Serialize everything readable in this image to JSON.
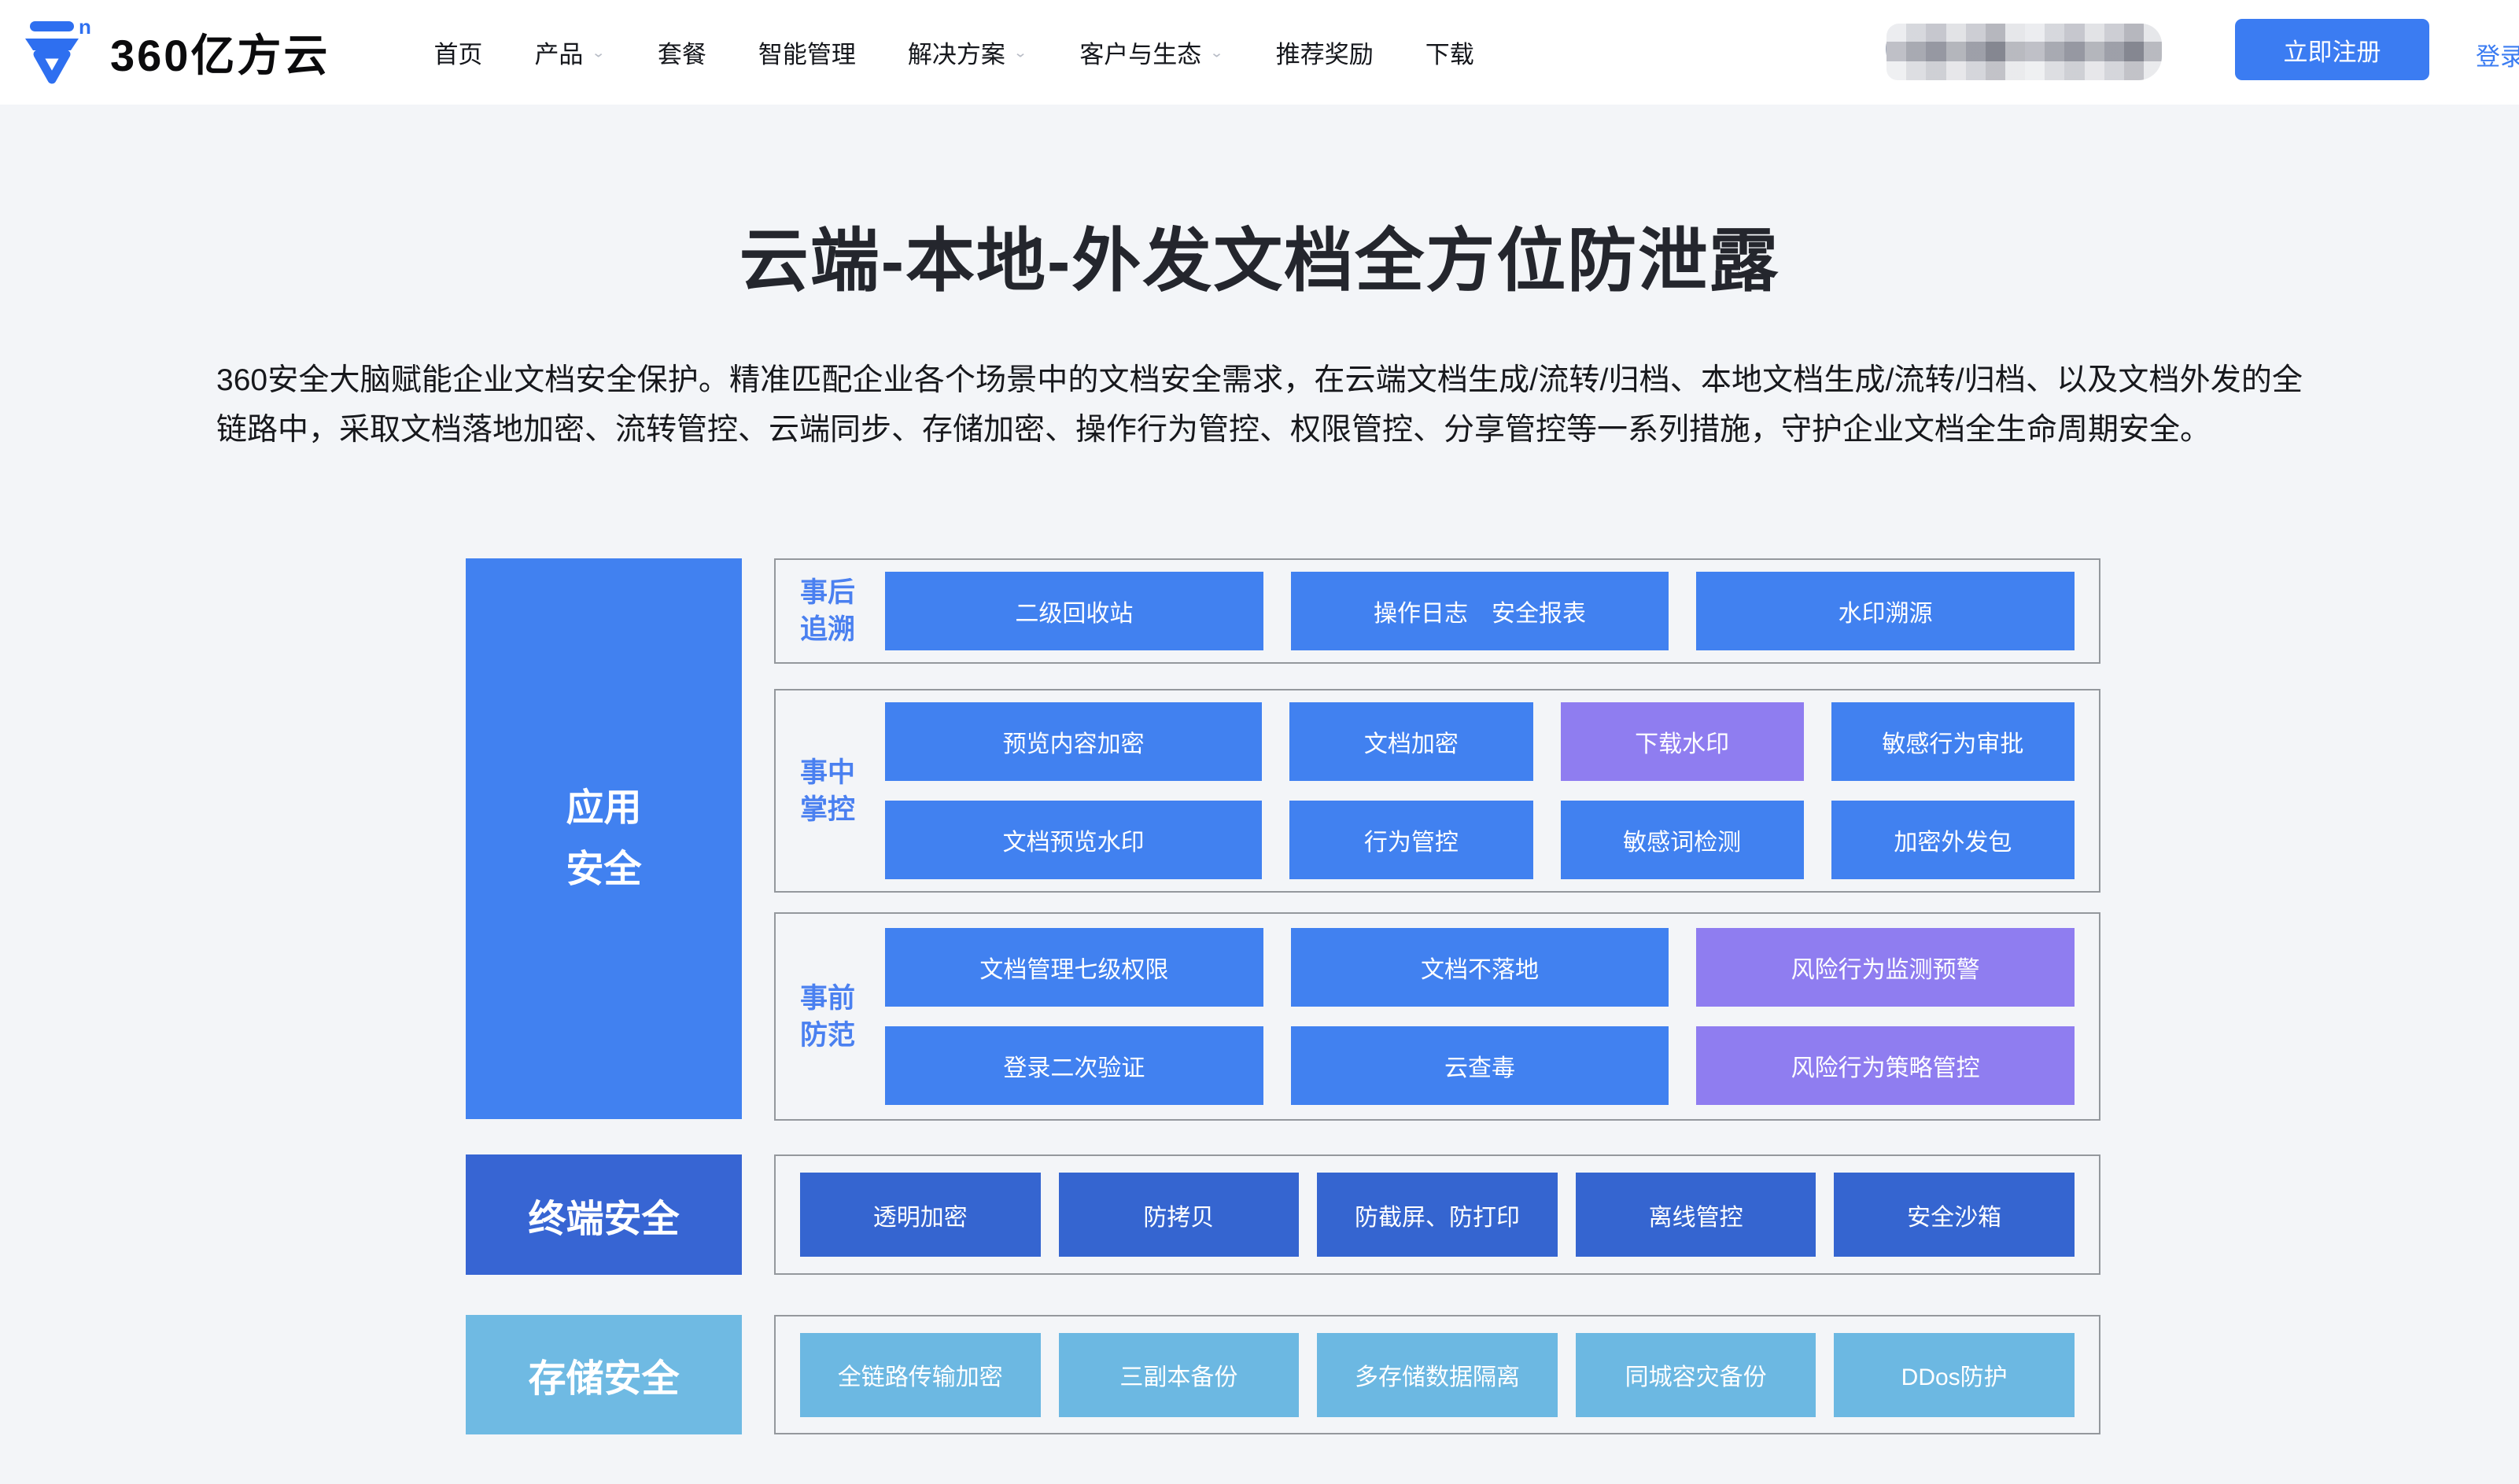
{
  "brand": {
    "logo_text": "360亿方云",
    "logo_icon": "shield-pen-icon"
  },
  "nav": {
    "items": [
      {
        "label": "首页",
        "has_dropdown": false
      },
      {
        "label": "产品",
        "has_dropdown": true
      },
      {
        "label": "套餐",
        "has_dropdown": false
      },
      {
        "label": "智能管理",
        "has_dropdown": false
      },
      {
        "label": "解决方案",
        "has_dropdown": true
      },
      {
        "label": "客户与生态",
        "has_dropdown": true
      },
      {
        "label": "推荐奖励",
        "has_dropdown": false
      },
      {
        "label": "下载",
        "has_dropdown": false
      }
    ]
  },
  "header_actions": {
    "phone_number_redacted": true,
    "register_label": "立即注册",
    "login_label": "登录"
  },
  "hero": {
    "title": "云端-本地-外发文档全方位防泄露",
    "description": "360安全大脑赋能企业文档安全保护。精准匹配企业各个场景中的文档安全需求，在云端文档生成/流转/归档、本地文档生成/流转/归档、以及文档外发的全链路中，采取文档落地加密、流转管控、云端同步、存储加密、操作行为管控、权限管控、分享管控等一系列措施，守护企业文档全生命周期安全。"
  },
  "colors": {
    "accent_blue": "#3B7CF2",
    "diagram_blue": "#4181F0",
    "diagram_purple": "#8F7DF0",
    "diagram_dark_blue": "#3565D0",
    "diagram_light_blue": "#6CB8E2",
    "group_label_blue": "#4A80F0",
    "group_border": "#94989D",
    "page_background": "#F3F5F8"
  },
  "diagram": {
    "categories": [
      {
        "label": "应用安全",
        "variant": "blue"
      },
      {
        "label": "终端安全",
        "variant": "dark-blue"
      },
      {
        "label": "存储安全",
        "variant": "light-blue"
      }
    ],
    "groups": [
      {
        "label": "事后追溯",
        "buttons": [
          [
            {
              "label": "二级回收站",
              "variant": "blue"
            },
            {
              "label": "操作日志　安全报表",
              "variant": "blue"
            },
            {
              "label": "水印溯源",
              "variant": "blue"
            }
          ]
        ]
      },
      {
        "label": "事中掌控",
        "buttons": [
          [
            {
              "label": "预览内容加密",
              "variant": "blue"
            },
            {
              "label": "文档加密",
              "variant": "blue"
            },
            {
              "label": "下载水印",
              "variant": "purple"
            },
            {
              "label": "敏感行为审批",
              "variant": "blue"
            }
          ],
          [
            {
              "label": "文档预览水印",
              "variant": "blue"
            },
            {
              "label": "行为管控",
              "variant": "blue"
            },
            {
              "label": "敏感词检测",
              "variant": "blue"
            },
            {
              "label": "加密外发包",
              "variant": "blue"
            }
          ]
        ]
      },
      {
        "label": "事前防范",
        "buttons": [
          [
            {
              "label": "文档管理七级权限",
              "variant": "blue"
            },
            {
              "label": "文档不落地",
              "variant": "blue"
            },
            {
              "label": "风险行为监测预警",
              "variant": "purple"
            }
          ],
          [
            {
              "label": "登录二次验证",
              "variant": "blue"
            },
            {
              "label": "云查毒",
              "variant": "blue"
            },
            {
              "label": "风险行为策略管控",
              "variant": "purple"
            }
          ]
        ]
      },
      {
        "label": "",
        "buttons": [
          [
            {
              "label": "透明加密",
              "variant": "dark-blue"
            },
            {
              "label": "防拷贝",
              "variant": "dark-blue"
            },
            {
              "label": "防截屏、防打印",
              "variant": "dark-blue"
            },
            {
              "label": "离线管控",
              "variant": "dark-blue"
            },
            {
              "label": "安全沙箱",
              "variant": "dark-blue"
            }
          ]
        ]
      },
      {
        "label": "",
        "buttons": [
          [
            {
              "label": "全链路传输加密",
              "variant": "light-blue"
            },
            {
              "label": "三副本备份",
              "variant": "light-blue"
            },
            {
              "label": "多存储数据隔离",
              "variant": "light-blue"
            },
            {
              "label": "同城容灾备份",
              "variant": "light-blue"
            },
            {
              "label": "DDos防护",
              "variant": "light-blue"
            }
          ]
        ]
      }
    ]
  }
}
